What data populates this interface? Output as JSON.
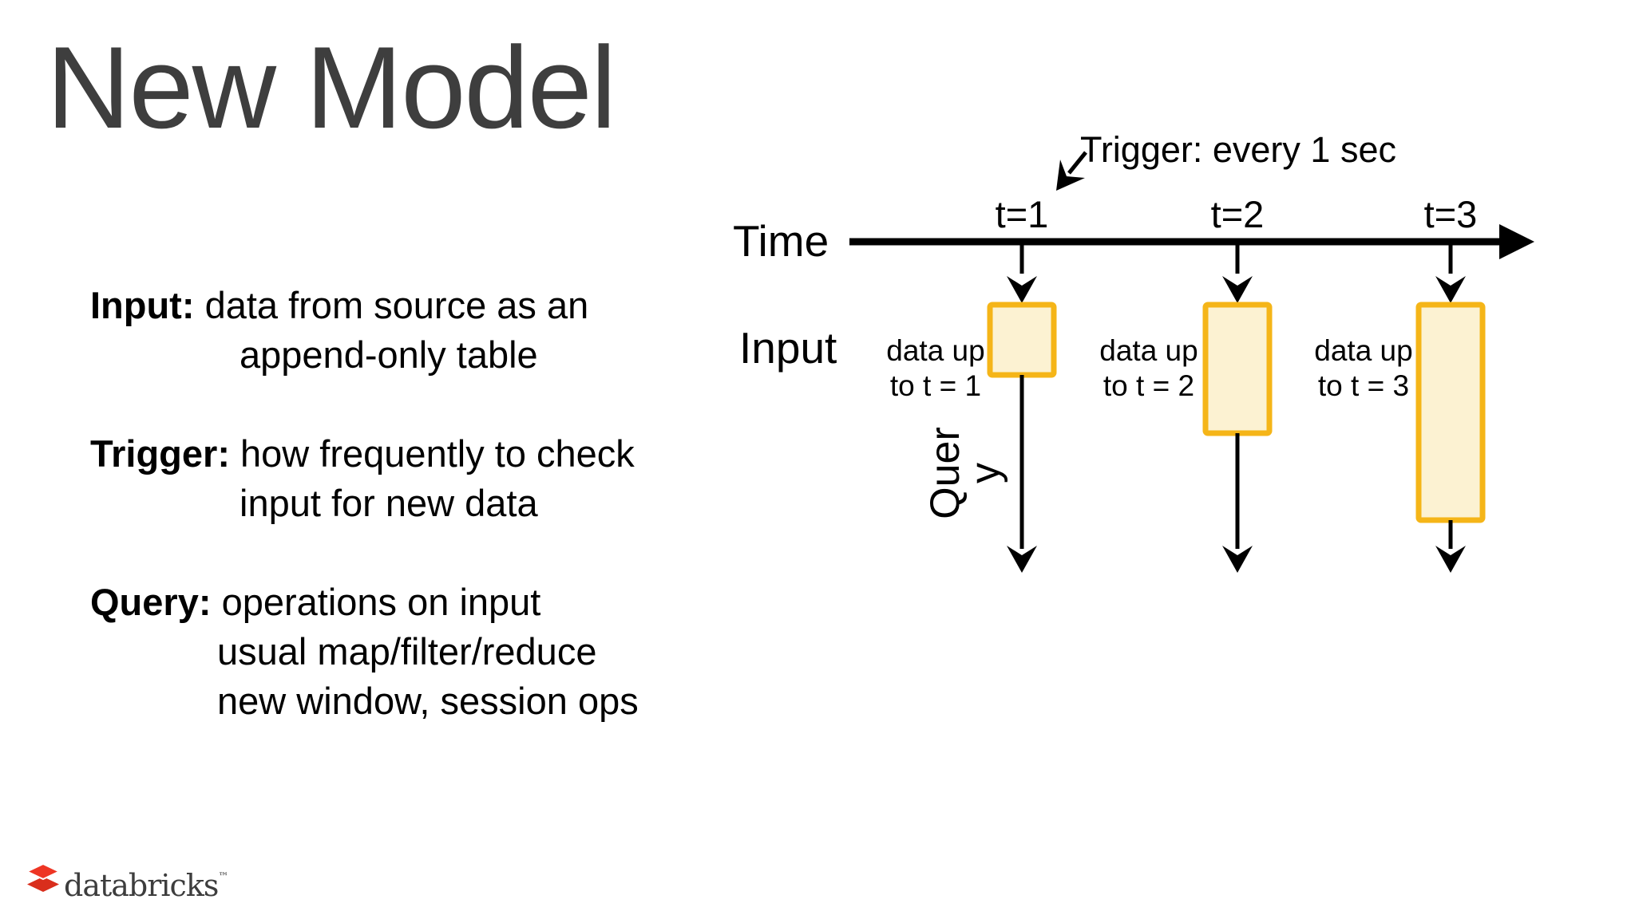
{
  "slide": {
    "title": "New Model"
  },
  "notes": [
    {
      "label": "Input:",
      "first": "data from source as an",
      "cont": [
        "append-only table"
      ]
    },
    {
      "label": "Trigger:",
      "first": "how frequently to check",
      "cont": [
        "input for new data"
      ]
    },
    {
      "label": "Query:",
      "first": "operations on input",
      "cont": [
        "usual map/filter/reduce",
        "new window, session ops"
      ]
    }
  ],
  "diagram": {
    "trigger_annotation": "Trigger: every 1 sec",
    "time_axis_label": "Time",
    "input_row_label": "Input",
    "query_label_lines": [
      "Quer",
      "y"
    ],
    "ticks": [
      {
        "label": "t=1"
      },
      {
        "label": "t=2"
      },
      {
        "label": "t=3"
      }
    ],
    "batches": [
      {
        "caption_line1": "data up",
        "caption_line2": "to t = 1"
      },
      {
        "caption_line1": "data up",
        "caption_line2": "to t = 2"
      },
      {
        "caption_line1": "data up",
        "caption_line2": "to t = 3"
      }
    ],
    "colors": {
      "batch_fill": "#FCF2D2",
      "batch_border": "#F5B518",
      "line_color": "#000000",
      "title_color": "#3E3E3E"
    }
  },
  "footer": {
    "brand": "databricks",
    "trademark": "™",
    "brand_red": "#EE3524"
  }
}
